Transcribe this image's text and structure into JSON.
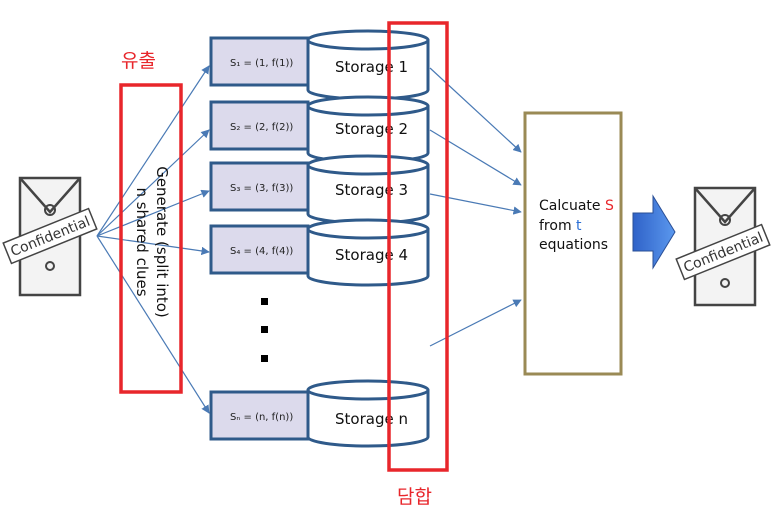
{
  "labels": {
    "leak": "유출",
    "collusion": "담합"
  },
  "generate": {
    "line1": "Generate (split into)",
    "line2": "n shared clues"
  },
  "shares": [
    {
      "label": "S₁ = (1, f(1))",
      "storage": "Storage 1"
    },
    {
      "label": "S₂ = (2, f(2))",
      "storage": "Storage 2"
    },
    {
      "label": "S₃ = (3, f(3))",
      "storage": "Storage 3"
    },
    {
      "label": "S₄ = (4, f(4))",
      "storage": "Storage 4"
    },
    {
      "label": "Sₙ = (n, f(n))",
      "storage": "Storage n"
    }
  ],
  "calc": {
    "line1_prefix": "Calcuate ",
    "line1_var": "S",
    "line2_prefix": "from ",
    "line2_var": "t",
    "line3": "equations"
  },
  "envelope_left": {
    "label": "Confidential",
    "icon": "envelope-icon"
  },
  "envelope_right": {
    "label": "Confidential",
    "icon": "envelope-icon"
  },
  "colors": {
    "red": "#e8262b",
    "navy": "#2f5a8a",
    "share_fill": "#dcdaec",
    "arrow": "#4a7ab5",
    "calc_border": "#9a8a55",
    "big_arrow": "#3f7bd8"
  }
}
